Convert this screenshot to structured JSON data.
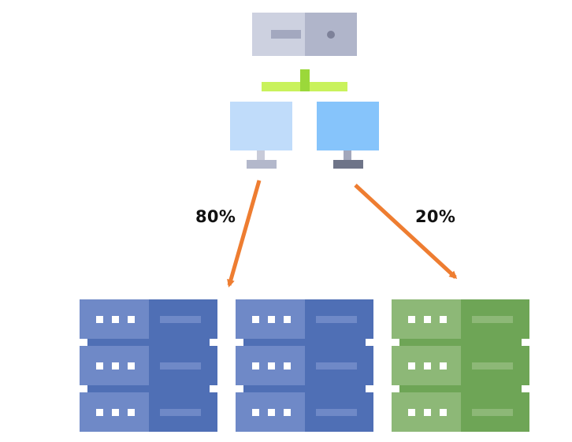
{
  "labels": {
    "left_split": "80%",
    "right_split": "20%"
  },
  "icons": {
    "top": "load-balancer-server-icon",
    "connector": "network-connector-icon",
    "monitors": [
      "monitor-icon-light",
      "monitor-icon-blue"
    ],
    "racks": [
      "server-rack-icon-blue",
      "server-rack-icon-blue",
      "server-rack-icon-green"
    ]
  },
  "colors": {
    "arrow": "#ee7d31",
    "connector": "#c9f25c",
    "connector_dark": "#9bd83a",
    "rack_blue_light": "#6f89c7",
    "rack_blue_dark": "#4f6fb5",
    "rack_green_light": "#8db877",
    "rack_green_dark": "#6ea556",
    "monitor_light": "#c0dcfa",
    "monitor_blue": "#86c4fb",
    "server_light": "#cdd1e0",
    "server_dark": "#b0b5ca"
  }
}
